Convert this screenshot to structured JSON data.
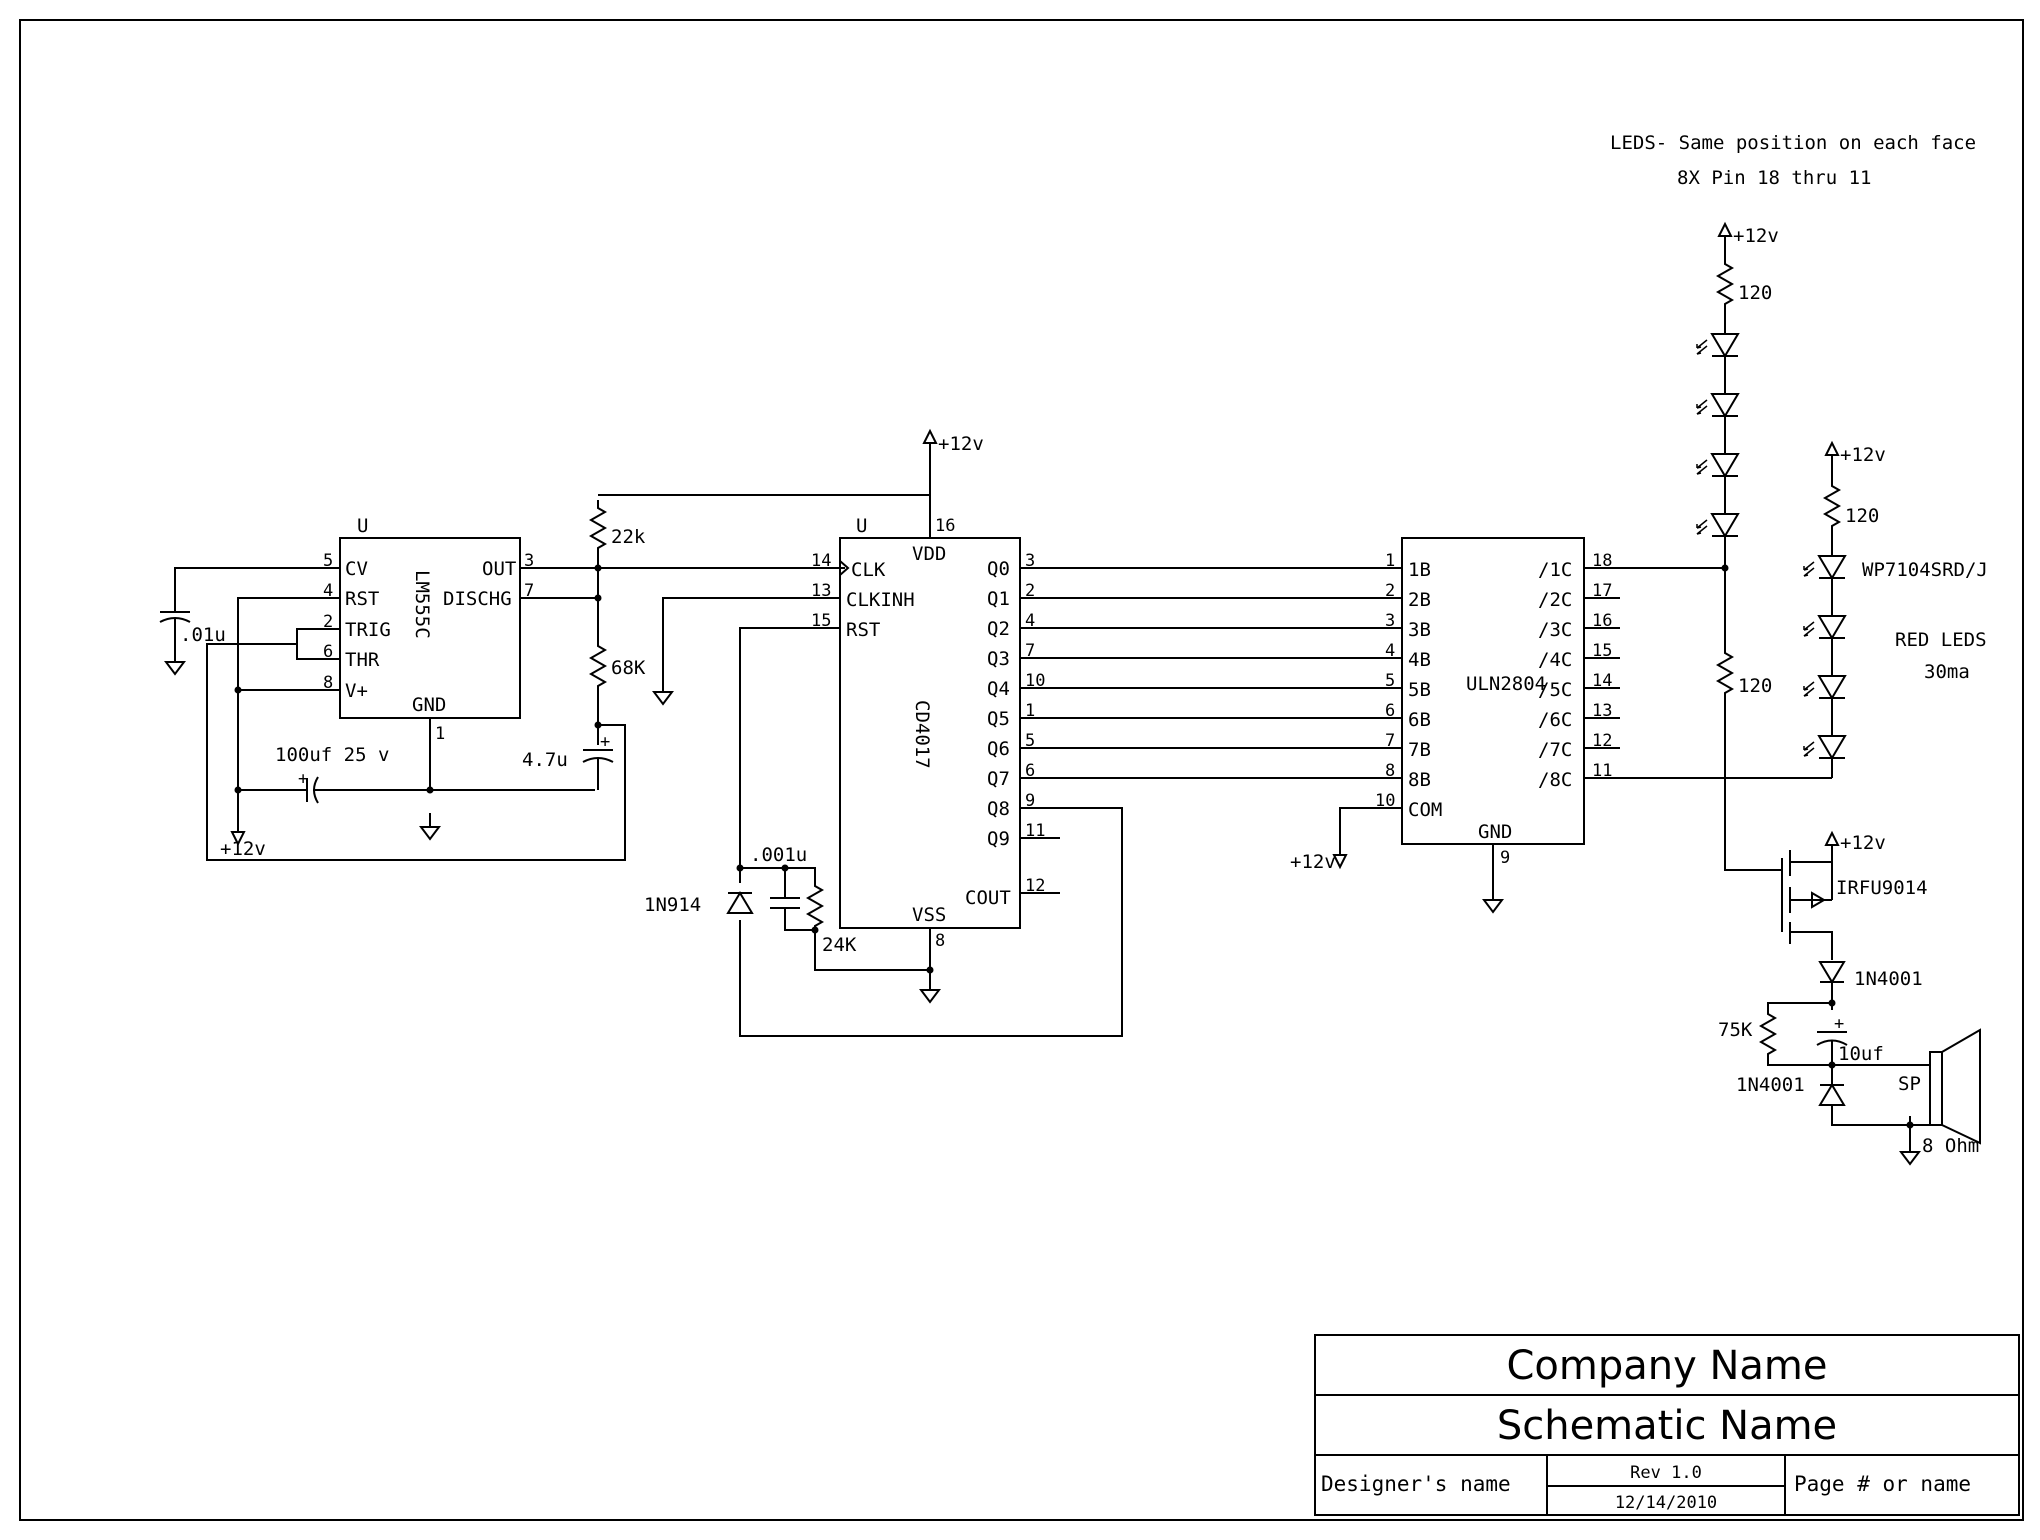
{
  "note": {
    "line1": "LEDS- Same position on each face",
    "line2": "8X Pin 18 thru 11"
  },
  "supply": "+12v",
  "u555": {
    "ref": "U",
    "part": "LM555C",
    "pins_left": [
      {
        "num": "5",
        "name": "CV"
      },
      {
        "num": "4",
        "name": "RST"
      },
      {
        "num": "2",
        "name": "TRIG"
      },
      {
        "num": "6",
        "name": "THR"
      },
      {
        "num": "8",
        "name": "V+"
      }
    ],
    "pins_right": [
      {
        "num": "3",
        "name": "OUT"
      },
      {
        "num": "7",
        "name": "DISCHG"
      }
    ],
    "gnd_name": "GND",
    "gnd_num": "1"
  },
  "u4017": {
    "ref": "U",
    "part": "CD4017",
    "vdd_name": "VDD",
    "vdd_num": "16",
    "vss_name": "VSS",
    "vss_num": "8",
    "pins_left": [
      {
        "num": "14",
        "name": "CLK"
      },
      {
        "num": "13",
        "name": "CLKINH"
      },
      {
        "num": "15",
        "name": "RST"
      }
    ],
    "pins_right": [
      {
        "num": "3",
        "name": "Q0"
      },
      {
        "num": "2",
        "name": "Q1"
      },
      {
        "num": "4",
        "name": "Q2"
      },
      {
        "num": "7",
        "name": "Q3"
      },
      {
        "num": "10",
        "name": "Q4"
      },
      {
        "num": "1",
        "name": "Q5"
      },
      {
        "num": "5",
        "name": "Q6"
      },
      {
        "num": "6",
        "name": "Q7"
      },
      {
        "num": "9",
        "name": "Q8"
      },
      {
        "num": "11",
        "name": "Q9"
      },
      {
        "num": "12",
        "name": "COUT"
      }
    ]
  },
  "uln": {
    "part": "ULN2804",
    "pins_left": [
      {
        "num": "1",
        "name": "1B"
      },
      {
        "num": "2",
        "name": "2B"
      },
      {
        "num": "3",
        "name": "3B"
      },
      {
        "num": "4",
        "name": "4B"
      },
      {
        "num": "5",
        "name": "5B"
      },
      {
        "num": "6",
        "name": "6B"
      },
      {
        "num": "7",
        "name": "7B"
      },
      {
        "num": "8",
        "name": "8B"
      },
      {
        "num": "10",
        "name": "COM"
      }
    ],
    "pins_right": [
      {
        "num": "18",
        "name": "/1C"
      },
      {
        "num": "17",
        "name": "/2C"
      },
      {
        "num": "16",
        "name": "/3C"
      },
      {
        "num": "15",
        "name": "/4C"
      },
      {
        "num": "14",
        "name": "/5C"
      },
      {
        "num": "13",
        "name": "/6C"
      },
      {
        "num": "12",
        "name": "/7C"
      },
      {
        "num": "11",
        "name": "/8C"
      }
    ],
    "gnd_name": "GND",
    "gnd_num": "9"
  },
  "components": {
    "c_cv": ".01u",
    "r_top": "22k",
    "r_mid": "68K",
    "c_timing": "4.7u",
    "c_bulk": "100uf 25 v",
    "c_reset": ".001u",
    "r_reset": "24K",
    "d_reset": "1N914",
    "r_led1": "120",
    "r_led2": "120",
    "r_led3": "120",
    "led_part": "WP7104SRD/J",
    "led_note1": "RED LEDS",
    "led_note2": "30ma",
    "mosfet": "IRFU9014",
    "d1": "1N4001",
    "d2": "1N4001",
    "r_spk": "75K",
    "c_spk": "10uf",
    "speaker": "SP",
    "speaker_ohm": "8 Ohm"
  },
  "title_block": {
    "company": "Company Name",
    "schematic": "Schematic Name",
    "designer": "Designer's name",
    "rev": "Rev 1.0",
    "date": "12/14/2010",
    "page": "Page # or name"
  }
}
